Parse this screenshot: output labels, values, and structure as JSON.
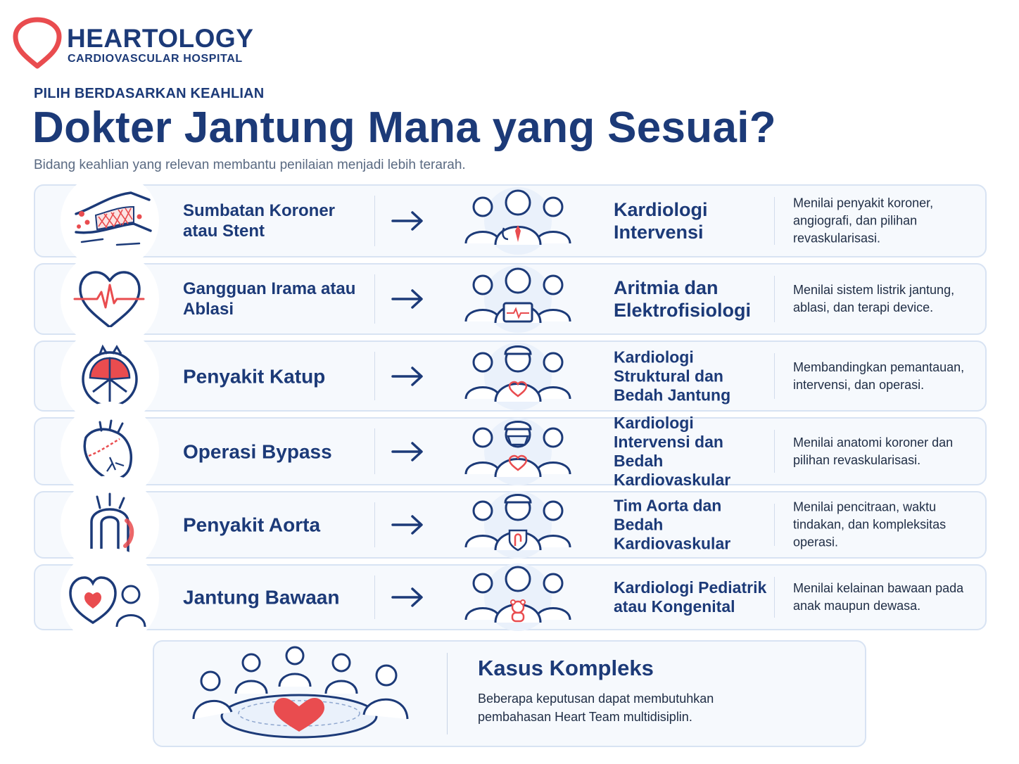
{
  "brand": {
    "name": "HEARTOLOGY",
    "tagline": "CARDIOVASCULAR HOSPITAL",
    "accent_color": "#e94c4f",
    "primary_color": "#1c3a78"
  },
  "header": {
    "eyebrow": "PILIH BERDASARKAN KEAHLIAN",
    "title": "Dokter Jantung Mana yang Sesuai?",
    "subtitle": "Bidang keahlian yang relevan membantu penilaian menjadi lebih terarah."
  },
  "rows": [
    {
      "condition": "Sumbatan Koroner atau Stent",
      "condition_icon": "artery-stent-icon",
      "doctor_icon": "cardiologist-team-icon",
      "specialty": "Kardiologi Intervensi",
      "description": "Menilai penyakit koroner, angiografi, dan pilihan revaskularisasi."
    },
    {
      "condition": "Gangguan Irama atau Ablasi",
      "condition_icon": "heart-rhythm-icon",
      "doctor_icon": "electrophysiologist-team-icon",
      "specialty": "Aritmia dan Elektrofisiologi",
      "description": "Menilai sistem listrik jantung, ablasi, dan terapi device."
    },
    {
      "condition": "Penyakit Katup",
      "condition_icon": "heart-valve-icon",
      "doctor_icon": "structural-surgeon-team-icon",
      "specialty": "Kardiologi Struktural dan Bedah Jantung",
      "description": "Membandingkan pemantauan, intervensi, dan operasi."
    },
    {
      "condition": "Operasi Bypass",
      "condition_icon": "heart-bypass-icon",
      "doctor_icon": "cardiac-surgeon-team-icon",
      "specialty": "Kardiologi Intervensi dan Bedah Kardiovaskular",
      "description": "Menilai anatomi koroner dan pilihan revaskularisasi."
    },
    {
      "condition": "Penyakit Aorta",
      "condition_icon": "aorta-icon",
      "doctor_icon": "aorta-surgeon-team-icon",
      "specialty": "Tim Aorta dan Bedah Kardiovaskular",
      "description": "Menilai pencitraan, waktu tindakan, dan kompleksitas operasi."
    },
    {
      "condition": "Jantung Bawaan",
      "condition_icon": "congenital-heart-child-icon",
      "doctor_icon": "pediatric-cardiologist-team-icon",
      "specialty": "Kardiologi Pediatrik atau Kongenital",
      "description": "Menilai kelainan bawaan pada anak maupun dewasa."
    }
  ],
  "complex_case": {
    "title": "Kasus Kompleks",
    "description": "Beberapa keputusan dapat membutuhkan pembahasan Heart Team multidisiplin.",
    "icon": "heart-team-meeting-icon"
  }
}
